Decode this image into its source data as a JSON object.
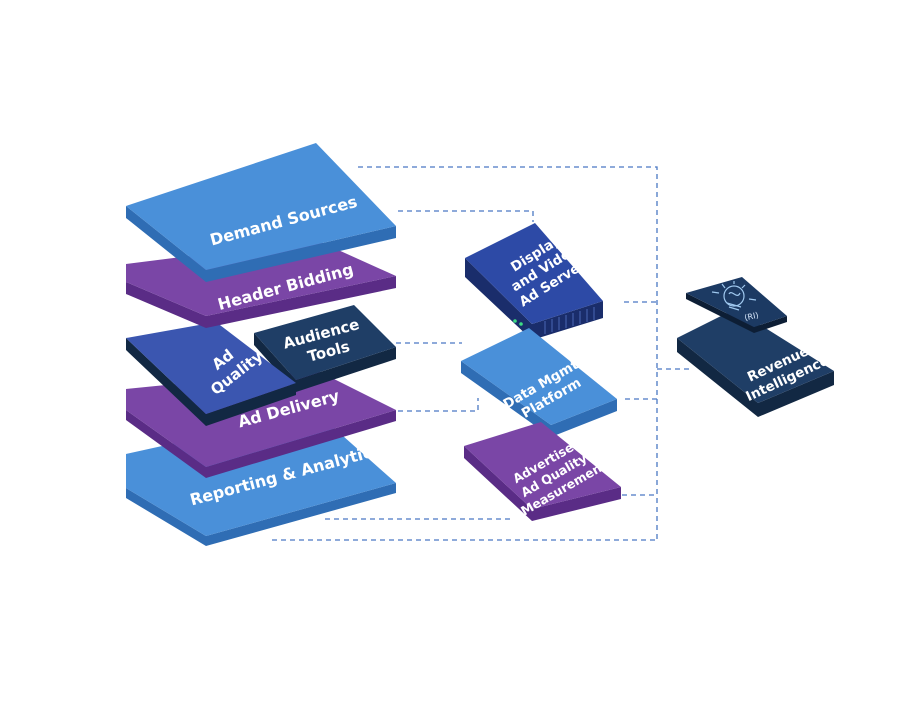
{
  "diagram": {
    "layers": {
      "demand_sources": "Demand Sources",
      "header_bidding": "Header Bidding",
      "ad_quality": [
        "Ad",
        "Quality"
      ],
      "audience_tools": [
        "Audience",
        "Tools"
      ],
      "ad_delivery": "Ad Delivery",
      "reporting": "Reporting & Analytics"
    },
    "modules": {
      "ad_servers": [
        "Display",
        "and Video",
        "Ad Servers"
      ],
      "dmp": [
        "Data Mgmt",
        "Platform"
      ],
      "ad_quality_measurement": [
        "Advertiser",
        "Ad Quality",
        "Measurement"
      ]
    },
    "revenue_intelligence": {
      "chip_label": "(RI)",
      "label": [
        "Revenue",
        "Intelligence"
      ]
    }
  },
  "colors": {
    "blue_top": "#4a90d9",
    "blue_side": "#2f6db4",
    "purple_top": "#7a46a6",
    "purple_side": "#5a2c86",
    "navy_top": "#1f3e66",
    "navy_side": "#122843",
    "indigo_top": "#3b56b0",
    "indigo_side": "#243a82",
    "connector": "#4a78c4"
  }
}
